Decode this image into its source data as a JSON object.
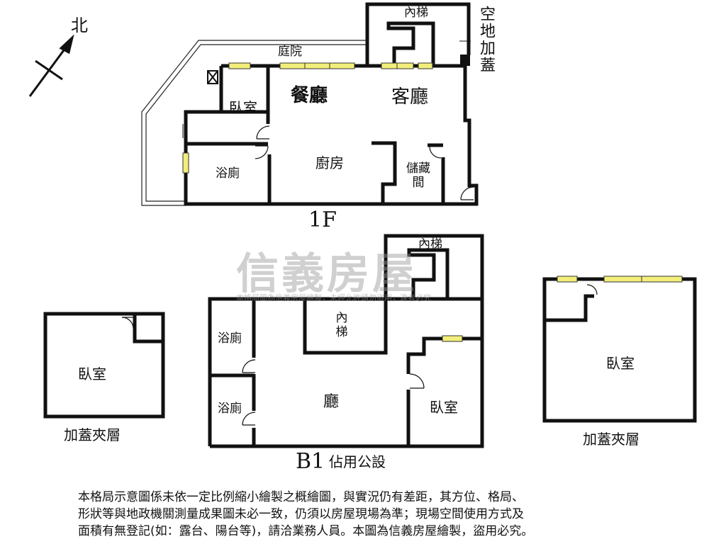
{
  "compass": {
    "north": "北"
  },
  "floor1": {
    "label": "1F",
    "courtyard": "庭院",
    "bedroom": "臥室",
    "dining": "餐廳",
    "living": "客廳",
    "bath": "浴廁",
    "kitchen": "廚房",
    "storage": "儲藏間",
    "inner_stairs": "內梯",
    "annex": "空地加蓋"
  },
  "floorB1": {
    "label": "B1",
    "suffix": "佔用公設",
    "inner_stairs_top": "內梯",
    "inner_stairs": "內梯",
    "bath1": "浴廁",
    "bath2": "浴廁",
    "hall": "廳",
    "bedroom": "臥室"
  },
  "mezz_left": {
    "room": "臥室",
    "caption": "加蓋夾層"
  },
  "mezz_right": {
    "room": "臥室",
    "caption": "加蓋夾層"
  },
  "watermark": {
    "brand": "信義房屋",
    "sub": "本格局圖為信義房屋繪製，未經允許請勿盜用，違者必究"
  },
  "disclaimer": {
    "line1": "本格局示意圖係未依一定比例縮小繪製之概繪圖，與實況仍有差距，其方位、格局、",
    "line2": "形狀等與地政機關測量成果圖未必一致，仍須以房屋現場為準；現場空間使用方式及",
    "line3": "面積有無登記(如：露台、陽台等)，請洽業務人員。本圖為信義房屋繪製，盜用必究。"
  },
  "colors": {
    "wall": "#111111",
    "window": "#f2ee7a",
    "watermark": "#9a9a9a"
  }
}
